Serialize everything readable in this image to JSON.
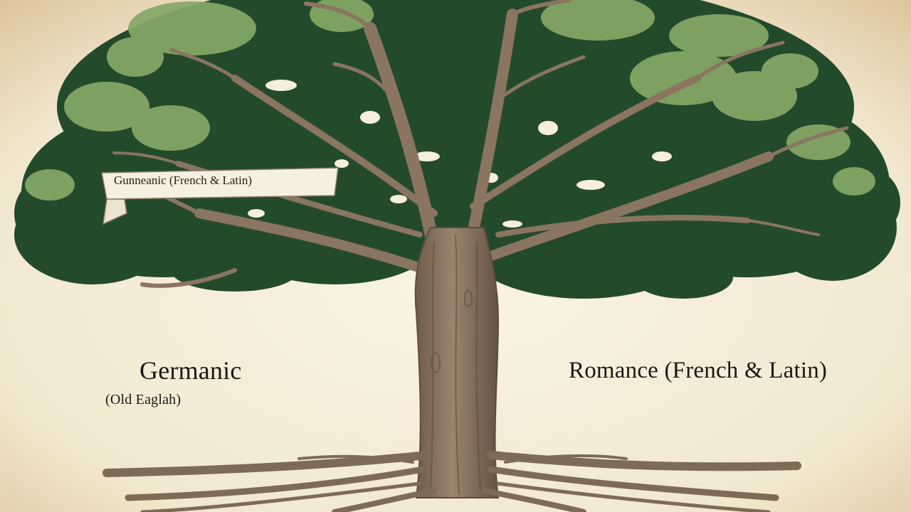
{
  "diagram": {
    "banner_label": "Gunneanic (French & Latin)",
    "left_branch": {
      "label": "Germanic",
      "sublabel": "(Old Eaglah)"
    },
    "right_branch": {
      "label": "Romance (French & Latin)"
    },
    "colors": {
      "parchment": "#f4ecd8",
      "foliage_dark": "#234a2c",
      "foliage_light": "#8fae6a",
      "bark": "#8a7561",
      "ink": "#1c1813"
    }
  }
}
